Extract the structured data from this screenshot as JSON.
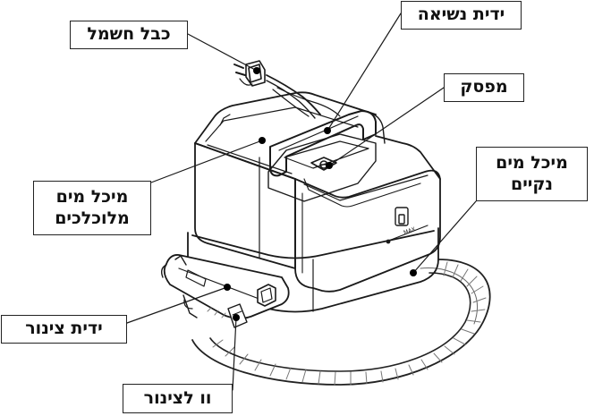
{
  "labels": {
    "power_cable": "כבל חשמל",
    "carry_handle": "ידית נשיאה",
    "switch": "מפסק",
    "clean_water_tank": [
      "מיכל מים",
      "נקיים"
    ],
    "dirty_water_tank": [
      "מיכל מים",
      "מלוכלכים"
    ],
    "hose_handle": "ידית צינור",
    "hose_hook": "וו לצינור"
  },
  "tank_marking": "MAX"
}
